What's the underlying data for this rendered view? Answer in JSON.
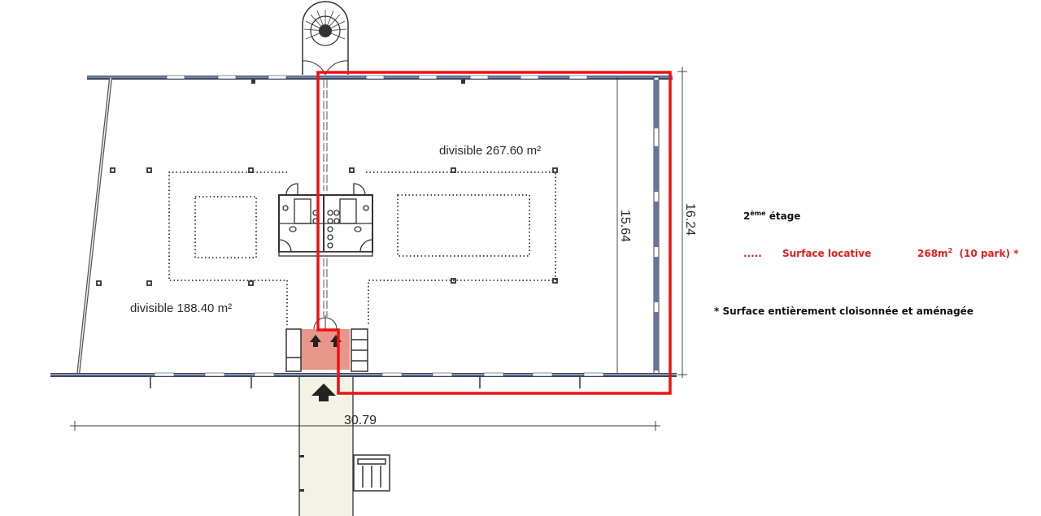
{
  "plan": {
    "areas": [
      {
        "id": "left",
        "label": "divisible 188.40 m²"
      },
      {
        "id": "right",
        "label": "divisible 267.60 m²"
      }
    ],
    "dimensions": {
      "width_total": "30.79",
      "depth_inner": "15.64",
      "depth_outer": "16.24"
    },
    "colors": {
      "highlight_outline": "#ee1111",
      "entrance_fill": "#e8968a",
      "wall": "#3b4660",
      "window_frame": "#5a6484"
    }
  },
  "legend": {
    "floor_number": "2",
    "floor_suffix": "ème",
    "floor_word": "étage",
    "marker": ".....",
    "surface_label": "Surface locative",
    "surface_value": "268m",
    "surface_unit_sup": "2",
    "surface_parking": "(10 park) *",
    "note": "* Surface entièrement cloisonnée et aménagée",
    "text_color": "#111111",
    "highlight_color": "#e02020"
  }
}
